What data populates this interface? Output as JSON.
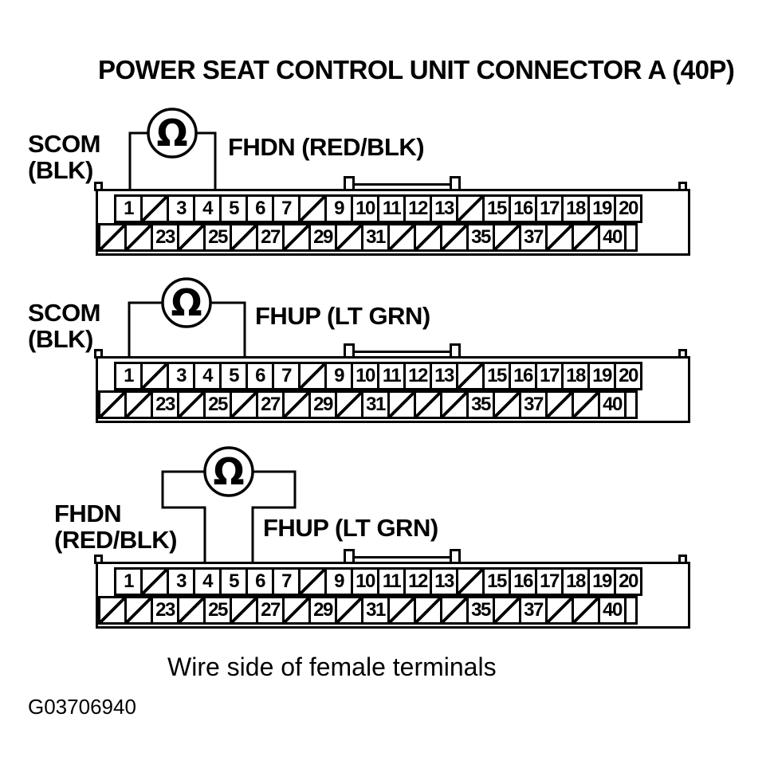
{
  "title": "POWER SEAT CONTROL UNIT CONNECTOR A (40P)",
  "connector": {
    "top_row": [
      "1",
      "/",
      "3",
      "4",
      "5",
      "6",
      "7",
      "/",
      "9",
      "10",
      "11",
      "12",
      "13",
      "/",
      "15",
      "16",
      "17",
      "18",
      "19",
      "20"
    ],
    "bottom_row": [
      "/",
      "/",
      "23",
      "/",
      "25",
      "/",
      "27",
      "/",
      "29",
      "/",
      "31",
      "/",
      "/",
      "/",
      "35",
      "/",
      "37",
      "/",
      "/",
      "40"
    ],
    "trailing_blank": true,
    "no_terminal_symbol": "/"
  },
  "diagrams": [
    {
      "left_label_line1": "SCOM",
      "left_label_line2": "(BLK)",
      "right_label": "FHDN (RED/BLK)",
      "meter": "Ω",
      "from_pin": "1",
      "to_pin": "4"
    },
    {
      "left_label_line1": "SCOM",
      "left_label_line2": "(BLK)",
      "right_label": "FHUP (LT GRN)",
      "meter": "Ω",
      "from_pin": "1",
      "to_pin": "5"
    },
    {
      "left_label_line1": "FHDN",
      "left_label_line2": "(RED/BLK)",
      "right_label": "FHUP (LT GRN)",
      "meter": "Ω",
      "from_pin": "4",
      "to_pin": "5"
    }
  ],
  "footer": {
    "caption": "Wire side of female terminals",
    "figure_id": "G03706940"
  },
  "colors": {
    "line": "#000000",
    "background": "#ffffff"
  }
}
